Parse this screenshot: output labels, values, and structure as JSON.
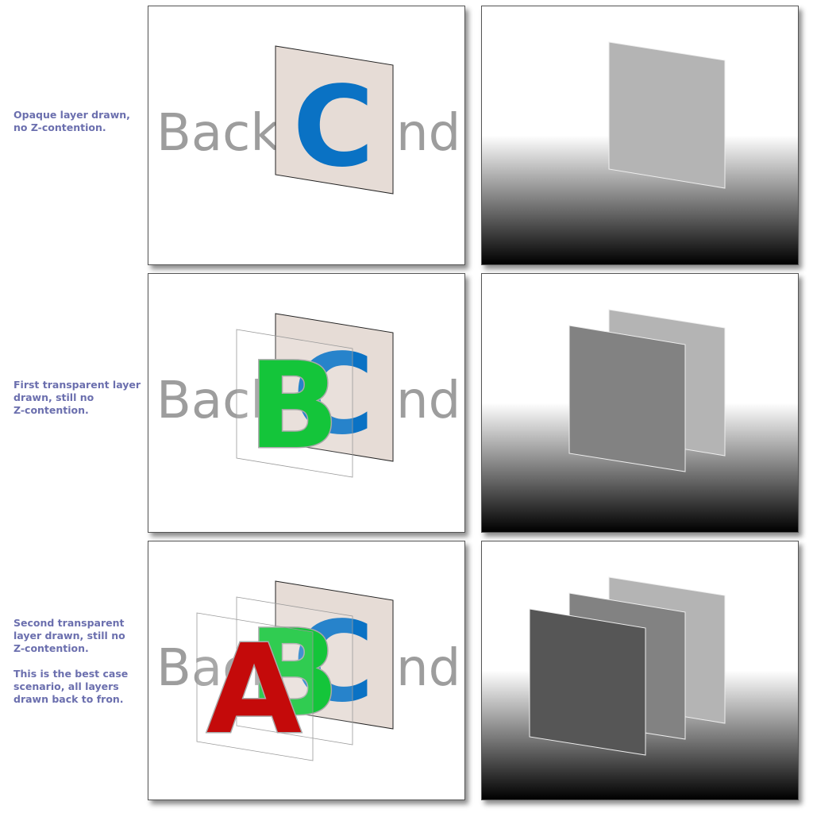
{
  "rows": [
    {
      "label_lines": [
        "Opaque layer drawn,",
        "no Z-contention."
      ],
      "note_lines": []
    },
    {
      "label_lines": [
        "First transparent layer",
        "drawn, still no",
        "Z-contention."
      ],
      "note_lines": []
    },
    {
      "label_lines": [
        "Second transparent",
        "layer drawn, still no",
        "Z-contention."
      ],
      "note_lines": [
        "This is the best case",
        "scenario, all layers",
        "drawn back to fron."
      ]
    }
  ],
  "background_word": {
    "left": "Back",
    "right": "nd",
    "fill": "#9d9d9d"
  },
  "layers": {
    "opaque": {
      "letter": "C",
      "letter_color": "#0a72c4",
      "plane_fill": "#e6dcd6",
      "depth_gray": "#b4b4b4"
    },
    "trans1": {
      "letter": "B",
      "letter_color": "#14c53a",
      "depth_gray": "#828282"
    },
    "trans2": {
      "letter": "A",
      "letter_color": "#c40a0a",
      "depth_gray": "#565656"
    }
  },
  "colors": {
    "label": "#6b6fae",
    "letter_outline": "#a9a9a9",
    "plane_edge": "#222222"
  }
}
